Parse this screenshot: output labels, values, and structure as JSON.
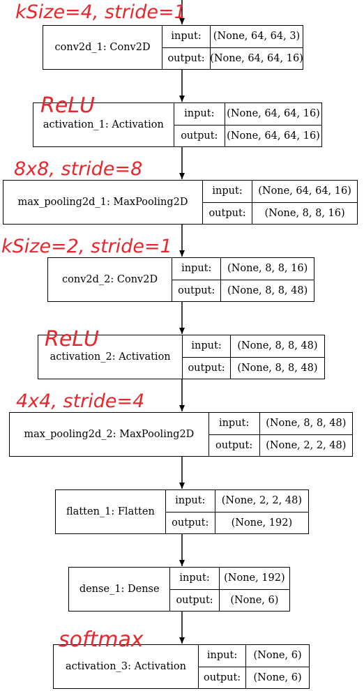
{
  "layers": [
    {
      "name": "conv2d_1: Conv2D",
      "input_label": "input:",
      "input": "(None, 64, 64, 3)",
      "output_label": "output:",
      "output": "(None, 64, 64, 16)",
      "note": "kSize=4, stride=1"
    },
    {
      "name": "activation_1: Activation",
      "input_label": "input:",
      "input": "(None, 64, 64, 16)",
      "output_label": "output:",
      "output": "(None, 64, 64, 16)",
      "note": "ReLU"
    },
    {
      "name": "max_pooling2d_1: MaxPooling2D",
      "input_label": "input:",
      "input": "(None, 64, 64, 16)",
      "output_label": "output:",
      "output": "(None, 8, 8, 16)",
      "note": "8x8, stride=8"
    },
    {
      "name": "conv2d_2: Conv2D",
      "input_label": "input:",
      "input": "(None, 8, 8, 16)",
      "output_label": "output:",
      "output": "(None, 8, 8, 48)",
      "note": "kSize=2, stride=1"
    },
    {
      "name": "activation_2: Activation",
      "input_label": "input:",
      "input": "(None, 8, 8, 48)",
      "output_label": "output:",
      "output": "(None, 8, 8, 48)",
      "note": "ReLU"
    },
    {
      "name": "max_pooling2d_2: MaxPooling2D",
      "input_label": "input:",
      "input": "(None, 8, 8, 48)",
      "output_label": "output:",
      "output": "(None, 2, 2, 48)",
      "note": "4x4, stride=4"
    },
    {
      "name": "flatten_1: Flatten",
      "input_label": "input:",
      "input": "(None, 2, 2, 48)",
      "output_label": "output:",
      "output": "(None, 192)",
      "note": ""
    },
    {
      "name": "dense_1: Dense",
      "input_label": "input:",
      "input": "(None, 192)",
      "output_label": "output:",
      "output": "(None, 6)",
      "note": ""
    },
    {
      "name": "activation_3: Activation",
      "input_label": "input:",
      "input": "(None, 6)",
      "output_label": "output:",
      "output": "(None, 6)",
      "note": "softmax"
    }
  ]
}
